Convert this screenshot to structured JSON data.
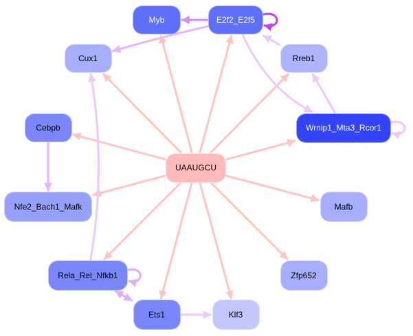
{
  "graph": {
    "type": "directed-network",
    "center_node": "UAAUGCU",
    "nodes": [
      {
        "id": "UAAUGCU",
        "label": "UAAUGCU",
        "fill": "#ffbbbb",
        "text_color": "#000000"
      },
      {
        "id": "Myb",
        "label": "Myb",
        "fill": "#5e6ffa",
        "text_color": "#ffffff"
      },
      {
        "id": "E2f2_E2f5",
        "label": "E2f2_E2f5",
        "fill": "#5e6ffa",
        "text_color": "#ffffff"
      },
      {
        "id": "Cux1",
        "label": "Cux1",
        "fill": "#a6aefc",
        "text_color": "#000000"
      },
      {
        "id": "Rreb1",
        "label": "Rreb1",
        "fill": "#adb4fc",
        "text_color": "#000000"
      },
      {
        "id": "Cebpb",
        "label": "Cebpb",
        "fill": "#7a87fb",
        "text_color": "#000000"
      },
      {
        "id": "Wrnip1_Mta3_Rcor1",
        "label": "Wrnip1_Mta3_Rcor1",
        "fill": "#3344f8",
        "text_color": "#ffffff"
      },
      {
        "id": "Nfe2_Bach1_Mafk",
        "label": "Nfe2_Bach1_Mafk",
        "fill": "#97a1fb",
        "text_color": "#000000"
      },
      {
        "id": "Mafb",
        "label": "Mafb",
        "fill": "#a6aefc",
        "text_color": "#000000"
      },
      {
        "id": "Rela_Rel_Nfkb1",
        "label": "Rela_Rel_Nfkb1",
        "fill": "#7a87fb",
        "text_color": "#000000"
      },
      {
        "id": "Zfp652",
        "label": "Zfp652",
        "fill": "#a6aefc",
        "text_color": "#000000"
      },
      {
        "id": "Ets1",
        "label": "Ets1",
        "fill": "#7a87fb",
        "text_color": "#000000"
      },
      {
        "id": "Klf3",
        "label": "Klf3",
        "fill": "#c2c7fd",
        "text_color": "#000000"
      }
    ],
    "edges": [
      {
        "from": "UAAUGCU",
        "to": "Myb",
        "kind": "mirna"
      },
      {
        "from": "UAAUGCU",
        "to": "E2f2_E2f5",
        "kind": "mirna"
      },
      {
        "from": "UAAUGCU",
        "to": "Cux1",
        "kind": "mirna"
      },
      {
        "from": "UAAUGCU",
        "to": "Rreb1",
        "kind": "mirna"
      },
      {
        "from": "UAAUGCU",
        "to": "Cebpb",
        "kind": "mirna"
      },
      {
        "from": "UAAUGCU",
        "to": "Wrnip1_Mta3_Rcor1",
        "kind": "mirna"
      },
      {
        "from": "UAAUGCU",
        "to": "Nfe2_Bach1_Mafk",
        "kind": "mirna"
      },
      {
        "from": "UAAUGCU",
        "to": "Mafb",
        "kind": "mirna"
      },
      {
        "from": "UAAUGCU",
        "to": "Rela_Rel_Nfkb1",
        "kind": "mirna"
      },
      {
        "from": "UAAUGCU",
        "to": "Zfp652",
        "kind": "mirna"
      },
      {
        "from": "UAAUGCU",
        "to": "Ets1",
        "kind": "mirna"
      },
      {
        "from": "UAAUGCU",
        "to": "Klf3",
        "kind": "mirna"
      },
      {
        "from": "E2f2_E2f5",
        "to": "Myb",
        "kind": "tf-strong"
      },
      {
        "from": "E2f2_E2f5",
        "to": "E2f2_E2f5",
        "kind": "tf-self-strong"
      },
      {
        "from": "E2f2_E2f5",
        "to": "Cux1",
        "kind": "tf"
      },
      {
        "from": "E2f2_E2f5",
        "to": "Wrnip1_Mta3_Rcor1",
        "kind": "tf-light"
      },
      {
        "from": "Rreb1",
        "to": "E2f2_E2f5",
        "kind": "tf-light"
      },
      {
        "from": "Wrnip1_Mta3_Rcor1",
        "to": "Rreb1",
        "kind": "tf-light"
      },
      {
        "from": "Wrnip1_Mta3_Rcor1",
        "to": "Wrnip1_Mta3_Rcor1",
        "kind": "tf-self-light"
      },
      {
        "from": "Cebpb",
        "to": "Nfe2_Bach1_Mafk",
        "kind": "tf"
      },
      {
        "from": "Rela_Rel_Nfkb1",
        "to": "Cux1",
        "kind": "tf-light"
      },
      {
        "from": "Rela_Rel_Nfkb1",
        "to": "Rela_Rel_Nfkb1",
        "kind": "tf-self"
      },
      {
        "from": "Rela_Rel_Nfkb1",
        "to": "Ets1",
        "kind": "tf-bidirectional"
      },
      {
        "from": "Ets1",
        "to": "Klf3",
        "kind": "tf-light"
      }
    ],
    "edge_colors": {
      "mirna": "#ffc4c4",
      "tf-strong": "#d68af5",
      "tf-self-strong": "#c040ee",
      "tf": "#e5b5fa",
      "tf-light": "#ecc9fb",
      "tf-self": "#e1acf8",
      "tf-self-light": "#ecc9fb",
      "tf-bidirectional": "#e1acf8"
    }
  }
}
